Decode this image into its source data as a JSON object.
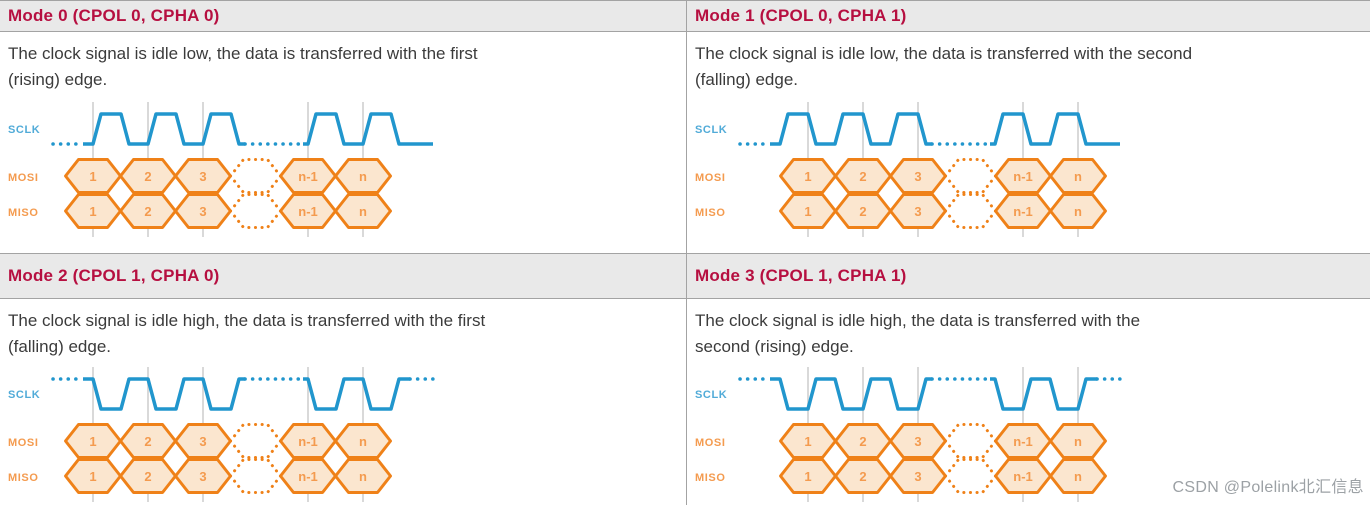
{
  "colors": {
    "header_bg": "#e9e9e9",
    "header_text": "#b60f40",
    "border": "#a3a3a3",
    "body_text": "#3b3b3b",
    "clock": "#2196cd",
    "clock_label": "#51abd8",
    "data_stroke": "#ef8118",
    "data_fill": "#fbe6cf",
    "data_label": "#f49b4f",
    "gridline": "#d9d9d9",
    "watermark_text": "#9ca1a5"
  },
  "signals": {
    "clock": "SCLK",
    "mosi": "MOSI",
    "miso": "MISO"
  },
  "segments": [
    "1",
    "2",
    "3",
    "n-1",
    "n"
  ],
  "modes": [
    {
      "title": "Mode 0 (CPOL 0, CPHA 0)",
      "description": "The clock signal is idle low, the data is transferred with the first\n(rising) edge.",
      "cpol": 0,
      "cpha": 0
    },
    {
      "title": "Mode 1 (CPOL 0, CPHA 1)",
      "description": "The clock signal is idle low, the data is transferred with the second\n(falling) edge.",
      "cpol": 0,
      "cpha": 1
    },
    {
      "title": "Mode 2 (CPOL 1, CPHA 0)",
      "description": "The clock signal is idle high, the data is transferred with the first\n(falling) edge.",
      "cpol": 1,
      "cpha": 0
    },
    {
      "title": "Mode 3 (CPOL 1, CPHA 1)",
      "description": "The clock signal is idle high, the data is transferred with the\nsecond (rising) edge.",
      "cpol": 1,
      "cpha": 1
    }
  ],
  "watermark": {
    "text": "CSDN @Polelink北汇信息"
  }
}
